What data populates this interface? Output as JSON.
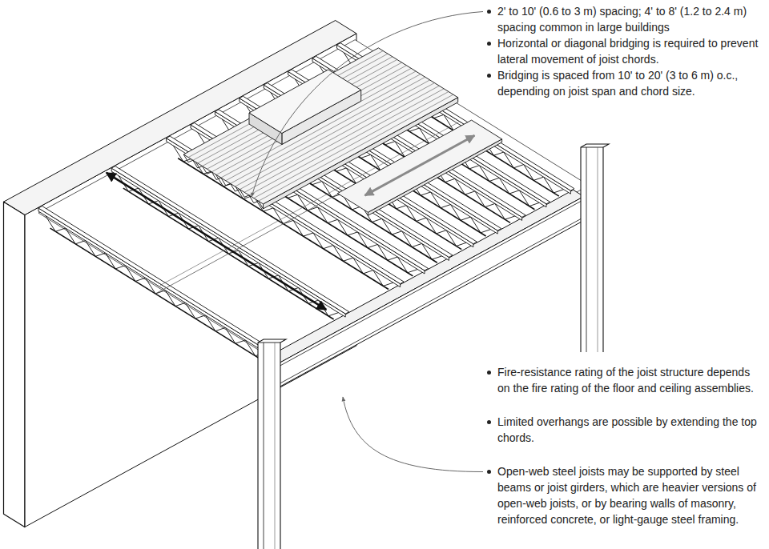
{
  "diagram": {
    "labels": [
      "2' to 10' (0.6 to 3 m) spacing; 4' to 8' (1.2 to 2.4 m) spacing common in large buildings",
      "Horizontal or diagonal bridging is required to prevent lateral movement of joist chords.",
      "Bridging is spaced from 10' to 20' (3 to 6 m) o.c., depending on joist span and chord size.",
      "Fire-resistance rating of the joist structure depends on the fire rating of the floor and ceiling assemblies.",
      "Limited overhangs are possible by extending the top chords.",
      "Open-web steel joists may be supported by steel beams or joist girders, which are heavier versions of open-web joists, or by bearing walls of masonry, reinforced concrete, or light-gauge steel framing."
    ]
  }
}
